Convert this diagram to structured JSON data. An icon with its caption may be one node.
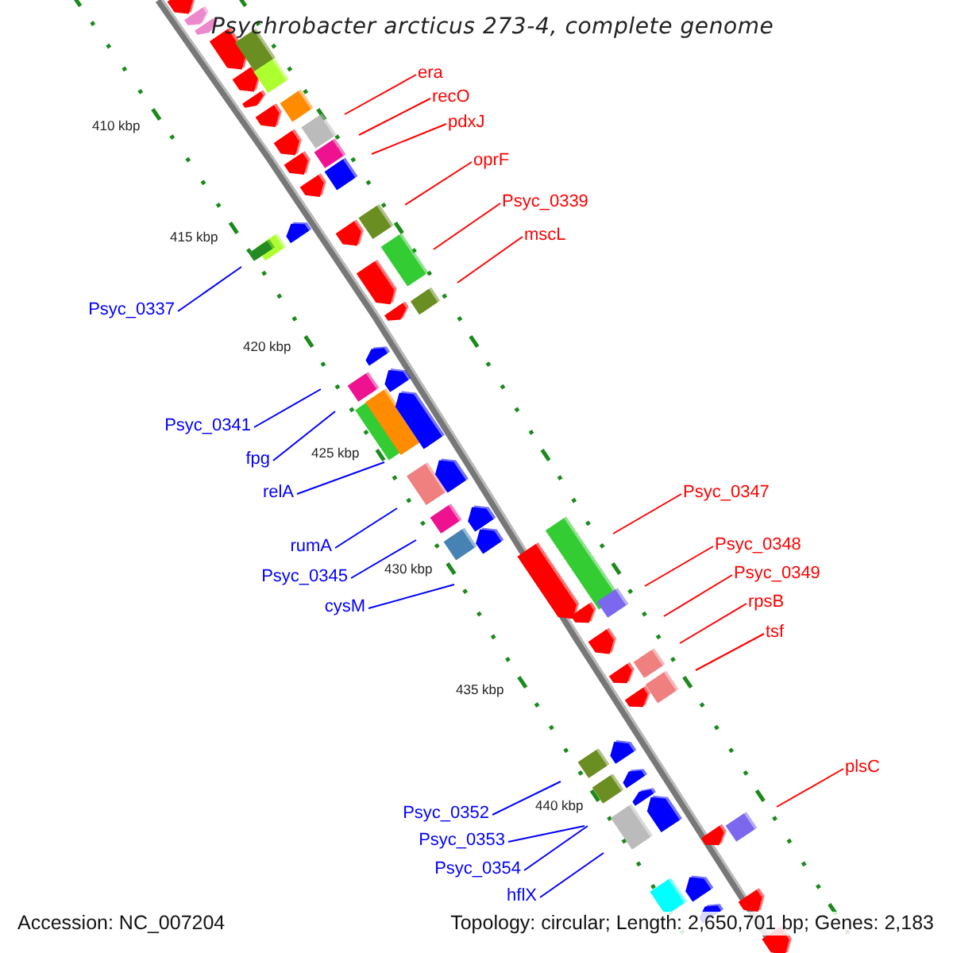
{
  "diagram": {
    "title": "Psychrobacter arcticus 273-4, complete genome",
    "nodes": [
      {
        "text": [
          "era"
        ]
      },
      {
        "text": [
          "recO"
        ]
      },
      {
        "text": [
          "pdxJ"
        ]
      },
      {
        "text": [
          "oprF"
        ]
      },
      {
        "text": [
          "Psyc_0339"
        ]
      },
      {
        "text": [
          "mscL"
        ]
      },
      {
        "text": [
          "Psyc_0337"
        ]
      },
      {
        "text": [
          "Psyc_0341"
        ]
      },
      {
        "text": [
          "fpg"
        ]
      },
      {
        "text": [
          "relA"
        ]
      },
      {
        "text": [
          "rumA"
        ]
      },
      {
        "text": [
          "Psyc_0345"
        ]
      },
      {
        "text": [
          "cysM"
        ]
      },
      {
        "text": [
          "Psyc_0347"
        ]
      },
      {
        "text": [
          "Psyc_0348"
        ]
      },
      {
        "text": [
          "Psyc_0349"
        ]
      },
      {
        "text": [
          "rpsB"
        ]
      },
      {
        "text": [
          "tsf"
        ]
      },
      {
        "text": [
          "plsC"
        ]
      },
      {
        "text": [
          "Psyc_0352"
        ]
      },
      {
        "text": [
          "Psyc_0353"
        ]
      },
      {
        "text": [
          "Psyc_0354"
        ]
      },
      {
        "text": [
          "hflX"
        ]
      }
    ],
    "edges": [
      {
        "from": 0,
        "to": null,
        "arrow": "none"
      },
      {
        "from": 1,
        "to": null,
        "arrow": "none"
      },
      {
        "from": 2,
        "to": null,
        "arrow": "none"
      },
      {
        "from": 3,
        "to": null,
        "arrow": "none"
      },
      {
        "from": 4,
        "to": null,
        "arrow": "none"
      },
      {
        "from": 5,
        "to": null,
        "arrow": "none"
      },
      {
        "from": 6,
        "to": null,
        "arrow": "none",
        "color": "#0000ff"
      },
      {
        "from": 7,
        "to": null,
        "arrow": "none",
        "color": "#0000ff"
      },
      {
        "from": 8,
        "to": null,
        "arrow": "none",
        "color": "#0000ff"
      },
      {
        "from": 9,
        "to": null,
        "arrow": "none",
        "color": "#0000ff"
      },
      {
        "from": 10,
        "to": null,
        "arrow": "none",
        "color": "#0000ff"
      },
      {
        "from": 11,
        "to": null,
        "arrow": "none",
        "color": "#0000ff"
      },
      {
        "from": 12,
        "to": null,
        "arrow": "none",
        "color": "#0000ff"
      },
      {
        "from": 13,
        "to": null,
        "arrow": "none"
      },
      {
        "from": 14,
        "to": null,
        "arrow": "none"
      },
      {
        "from": 15,
        "to": null,
        "arrow": "none"
      },
      {
        "from": 16,
        "to": null,
        "arrow": "none"
      },
      {
        "from": 17,
        "to": null,
        "arrow": "none"
      },
      {
        "from": 18,
        "to": null,
        "arrow": "none"
      },
      {
        "from": 19,
        "to": null,
        "arrow": "none",
        "color": "#0000ff"
      },
      {
        "from": 20,
        "to": null,
        "arrow": "none",
        "color": "#0000ff"
      },
      {
        "from": 21,
        "to": null,
        "arrow": "none",
        "color": "#0000ff"
      },
      {
        "from": 22,
        "to": null,
        "arrow": "none",
        "color": "#0000ff"
      }
    ],
    "labels": [
      "410 kbp",
      "415 kbp",
      "420 kbp",
      "425 kbp",
      "430 kbp",
      "435 kbp",
      "440 kbp",
      "Accession: NC_007204",
      "Topology: circular; Length: 2,650,701 bp; Genes: 2,183"
    ]
  }
}
